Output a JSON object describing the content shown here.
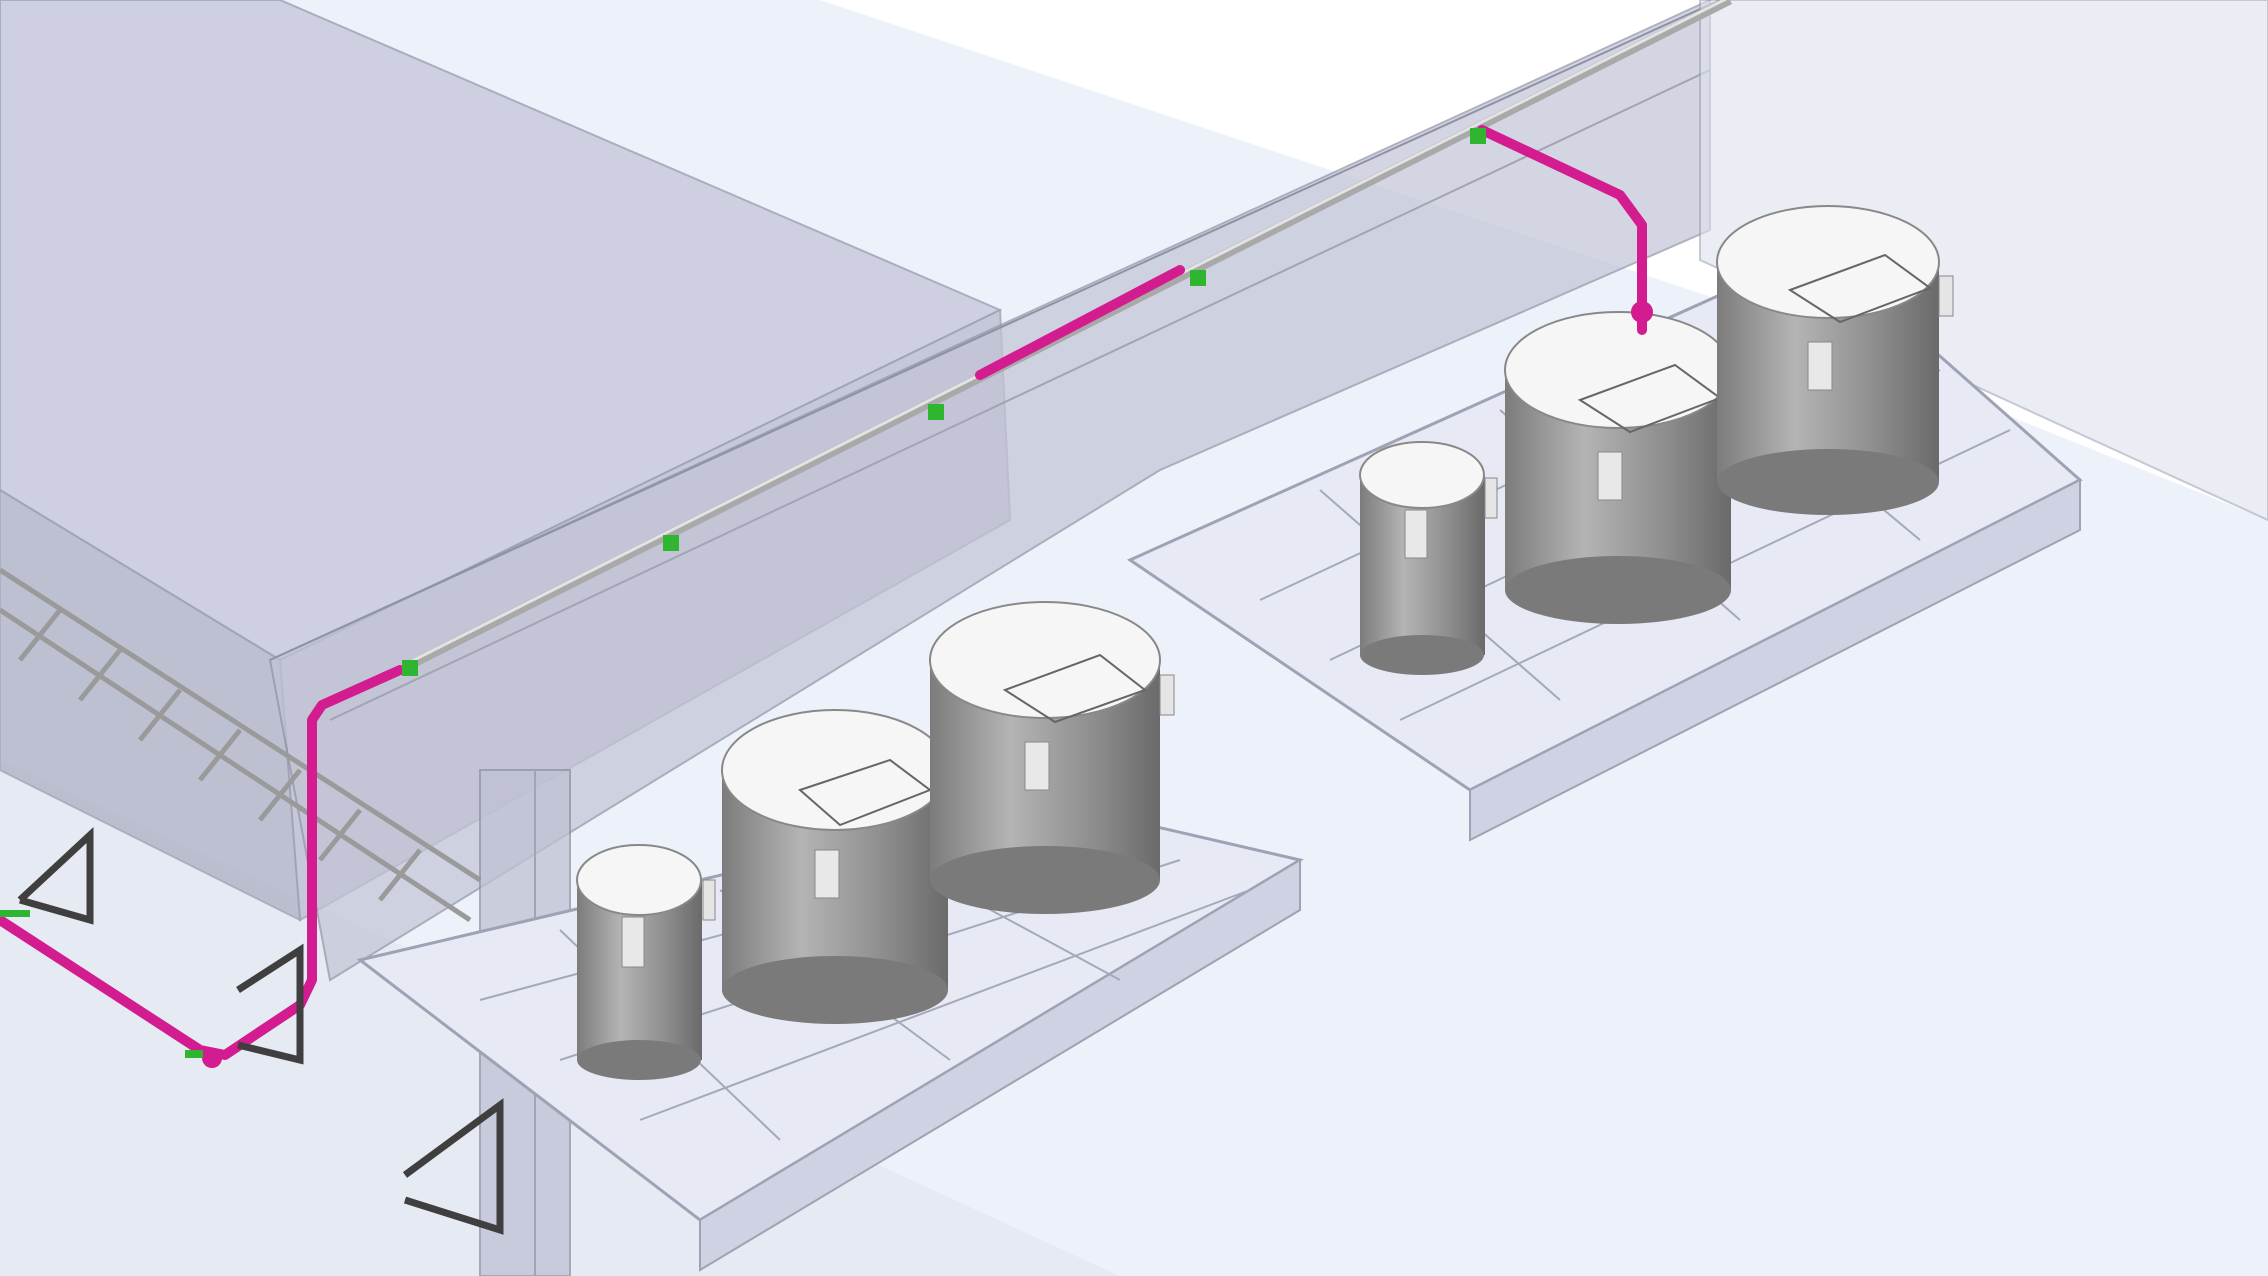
{
  "viewport": {
    "kind": "3d-model-view",
    "visible_text": []
  },
  "colors": {
    "background": "#ffffff",
    "glass_fill": "#c7c9db",
    "glass_edge": "#8a8ca0",
    "floor": "#eef2fb",
    "tank_body": "#9a9a9a",
    "tank_top": "#f7f7f7",
    "pipe_magenta": "#d21c8f",
    "pipe_steel": "#b8b8b8",
    "support_green": "#2fb52f",
    "bracket_dark": "#444444"
  },
  "objects": {
    "tanks": [
      {
        "group": "left-platform",
        "size": "small"
      },
      {
        "group": "left-platform",
        "size": "large"
      },
      {
        "group": "left-platform",
        "size": "large"
      },
      {
        "group": "right-platform",
        "size": "small"
      },
      {
        "group": "right-platform",
        "size": "large"
      },
      {
        "group": "right-platform",
        "size": "large"
      }
    ]
  }
}
